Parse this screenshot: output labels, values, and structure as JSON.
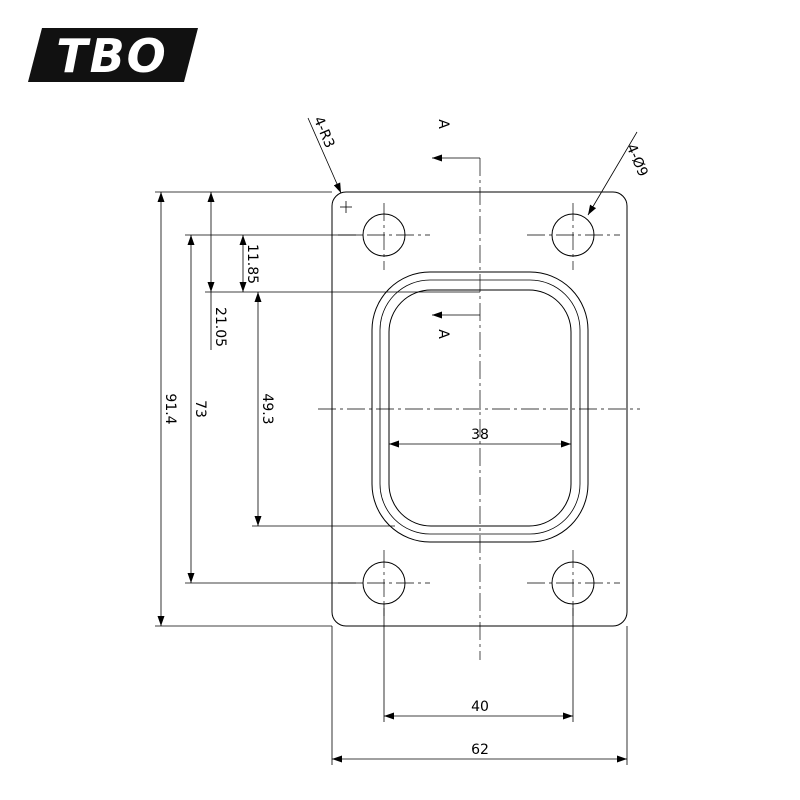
{
  "logo": {
    "text": "TBO",
    "background_color": "#111111",
    "text_color": "#ffffff"
  },
  "section": {
    "label_top": "A",
    "label_bottom": "A"
  },
  "callouts": {
    "corner_radius": "4-R3",
    "hole_diameter": "4-Ø9"
  },
  "dimensions": {
    "overall_height": "91.4",
    "bolt_spacing_vertical": "73",
    "port_height": "49.3",
    "port_offset_top": "21.05",
    "bolt_to_port_offset": "11.85",
    "port_width": "38",
    "bolt_spacing_horizontal": "40",
    "overall_width": "62"
  }
}
